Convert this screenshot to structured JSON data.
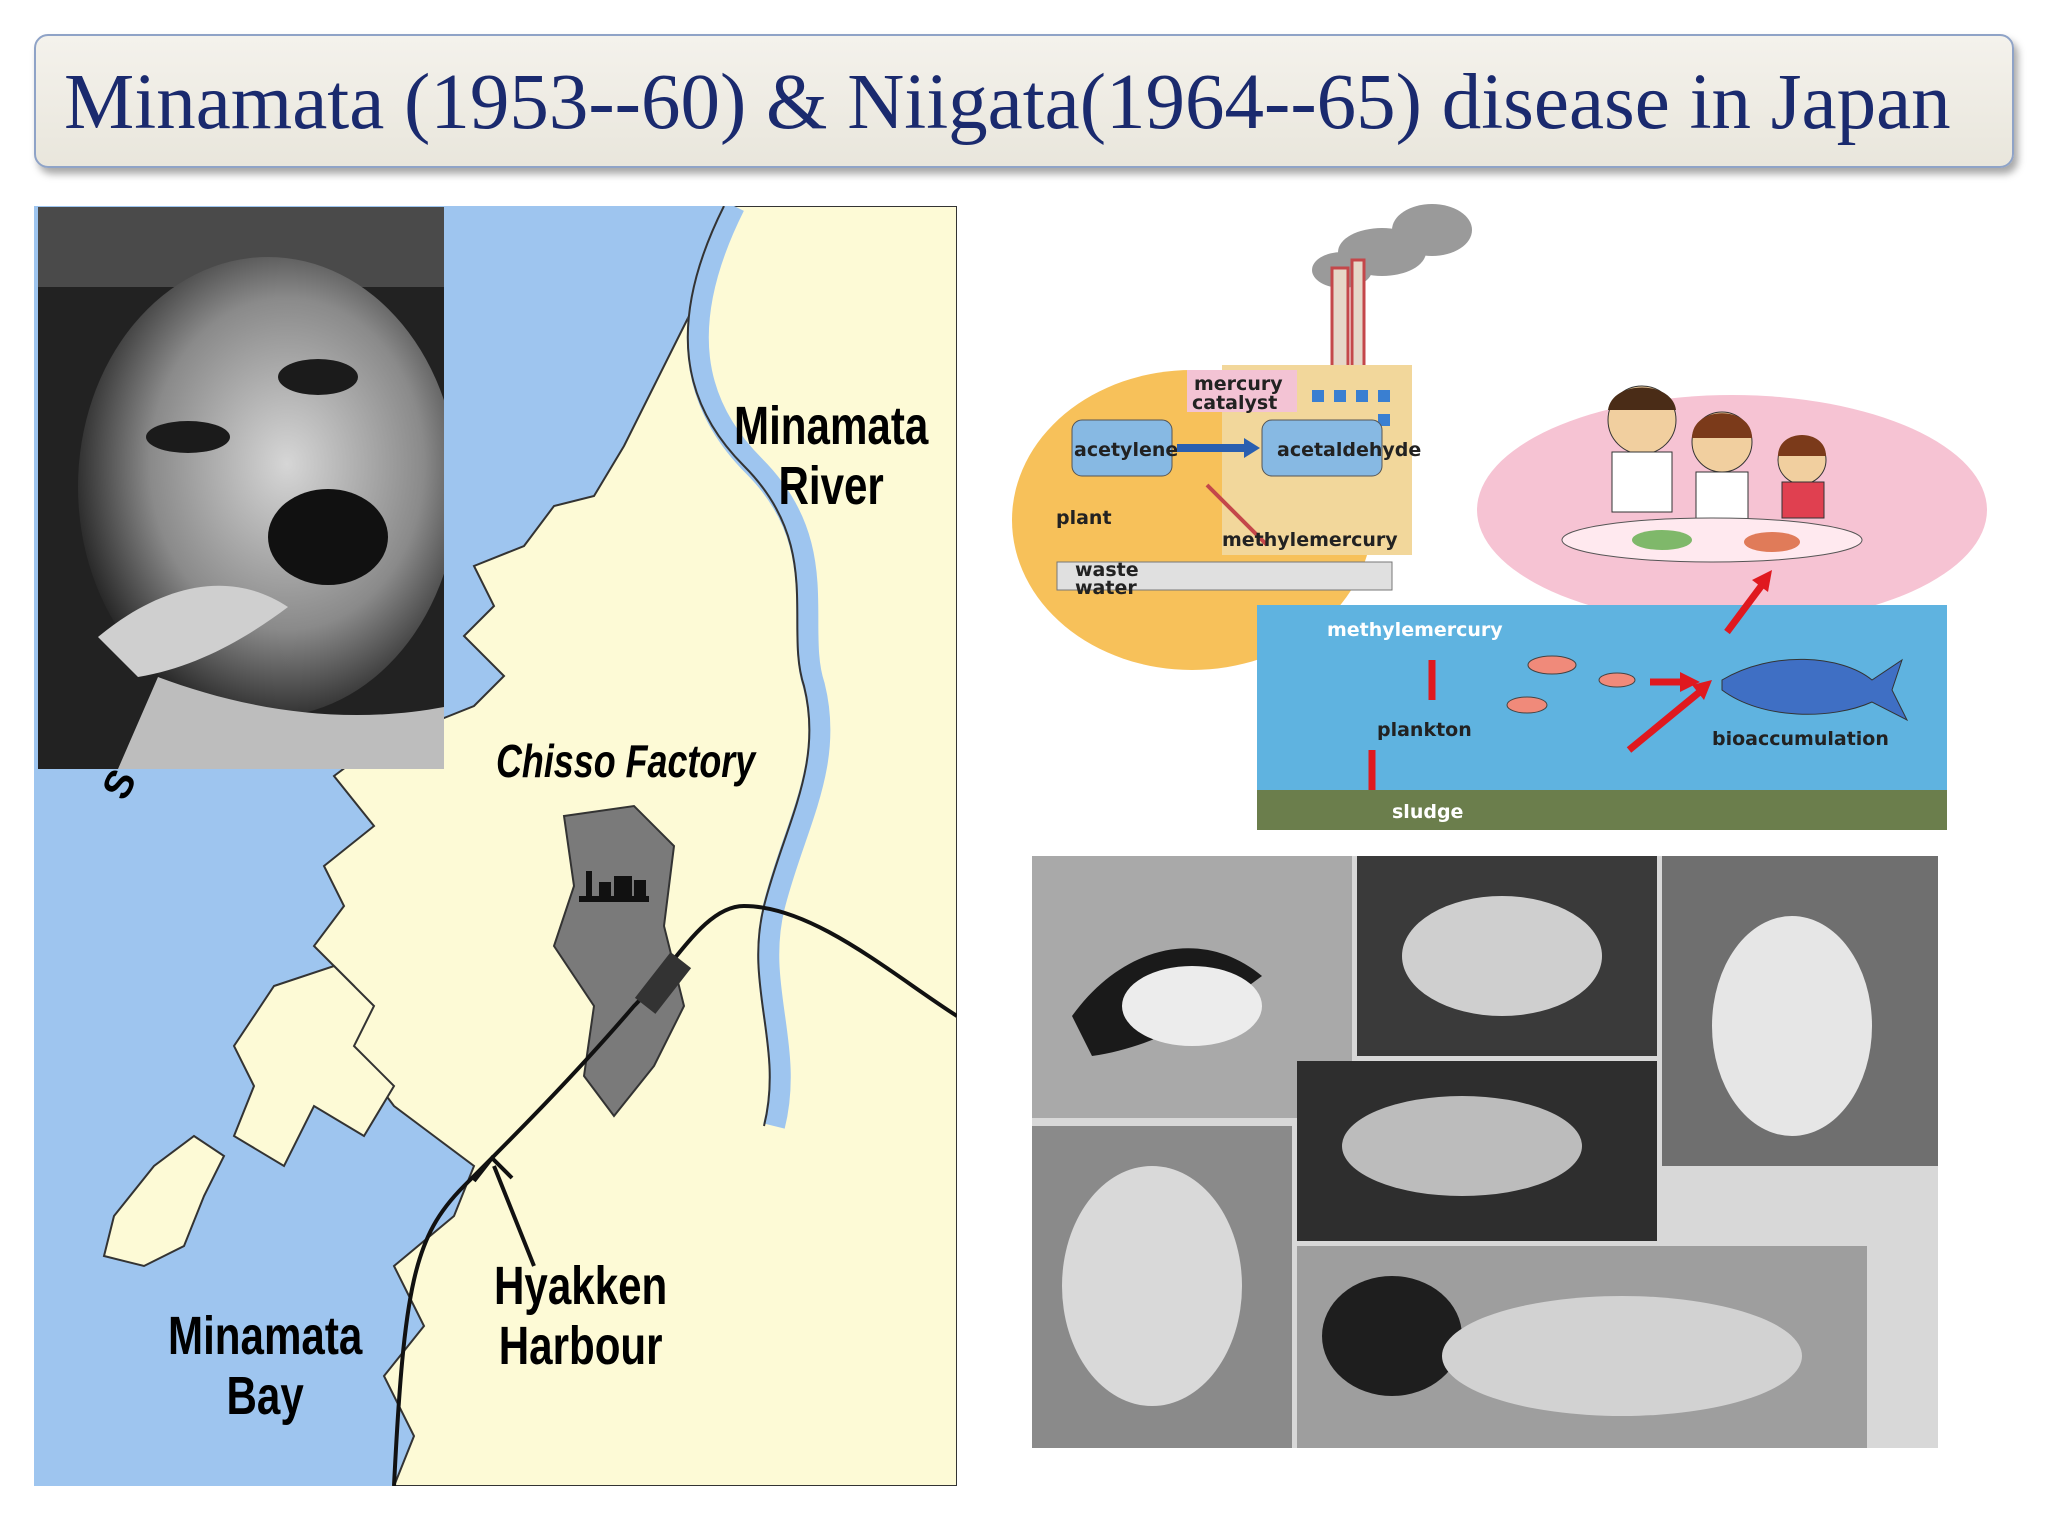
{
  "slide": {
    "title": "Minamata (1953--60) & Niigata(1964--65) disease in Japan"
  },
  "map": {
    "river_label_line1": "Minamata",
    "river_label_line2": "River",
    "factory_label": "Chisso Factory",
    "harbour_label_line1": "Hyakken",
    "harbour_label_line2": "Harbour",
    "bay_label_line1": "Minamata",
    "bay_label_line2": "Bay",
    "sea_fragment": "SHI",
    "colors": {
      "sea": "#9ec5ef",
      "land": "#fdfad6",
      "factory": "#7a7a7a"
    }
  },
  "diagram": {
    "mercury_line1": "mercury",
    "mercury_line2": "catalyst",
    "acetylene": "acetylene",
    "acetaldehyde": "acetaldehyde",
    "plant": "plant",
    "methylmercury_plant": "methylemercury",
    "waste_line1": "waste",
    "waste_line2": "water",
    "methylmercury_sea": "methylemercury",
    "plankton": "plankton",
    "sludge": "sludge",
    "bioaccumulation": "bioaccumulation",
    "colors": {
      "plant_bg": "#f7c15a",
      "sea": "#5fb3e0",
      "family_bg": "#f6c3d3",
      "arrow": "#e0191f"
    }
  }
}
